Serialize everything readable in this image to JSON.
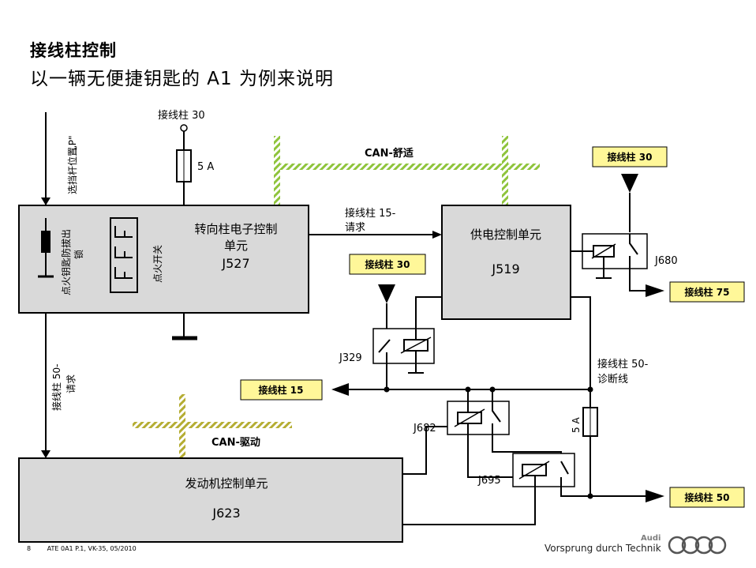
{
  "header": {
    "title": "接线柱控制",
    "subtitle": "以一辆无便捷钥匙的 A1 为例来说明"
  },
  "colors": {
    "can_comfort": "#8fc43c",
    "can_drive": "#b5ad33",
    "label_box": "#fff799",
    "module_fill": "#d9d9d9"
  },
  "diagram": {
    "terminal30_top": "接线柱 30",
    "fuse_top": "5 A",
    "gear_lever_line1": "选挡杆位置",
    "gear_lever_line2": "„P\"",
    "can_comfort": "CAN-舒适",
    "can_drive": "CAN-驱动",
    "j527": {
      "name_line1": "转向柱电子控制",
      "name_line2": "单元",
      "code": "J527",
      "lock_line1": "点火钥匙防拔出",
      "lock_line2": "锁",
      "switch": "点火开关"
    },
    "req15_line1": "接线柱 15-",
    "req15_line2": "请求",
    "req50_line1": "接线柱 50-",
    "req50_line2": "请求",
    "j519": {
      "name": "供电控制单元",
      "code": "J519"
    },
    "j623": {
      "name": "发动机控制单元",
      "code": "J623"
    },
    "diag50_line1": "接线柱 50-",
    "diag50_line2": "诊断线",
    "fuse_right": "5 A",
    "relays": {
      "j680": "J680",
      "j329": "J329",
      "j682": "J682",
      "j695": "J695"
    },
    "boxes": {
      "t30_right": "接线柱 30",
      "t30_mid": "接线柱 30",
      "t75": "接线柱 75",
      "t15": "接线柱 15",
      "t50": "接线柱 50"
    }
  },
  "footer": {
    "page": "8",
    "doc": "ATE 0A1 P.1, VK-35, 05/2010",
    "brand": "Audi",
    "slogan": "Vorsprung durch Technik"
  }
}
